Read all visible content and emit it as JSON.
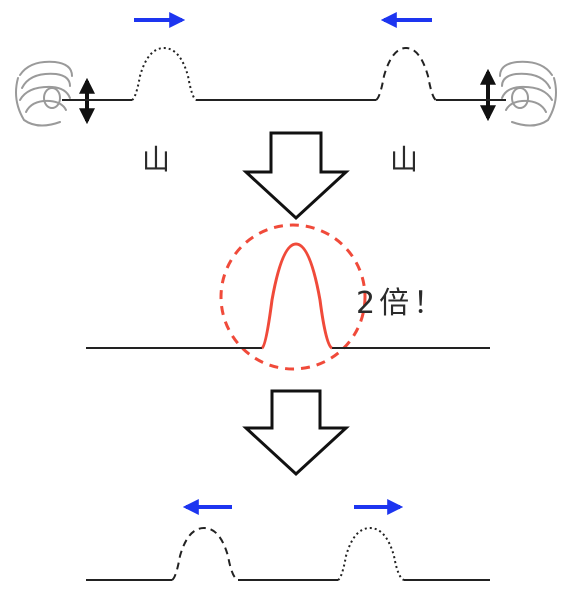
{
  "labels": {
    "left_wave": "山",
    "right_wave": "山",
    "superposition": "2倍！"
  },
  "colors": {
    "direction_arrow": "#1d35f0",
    "combined_wave": "#f04a3a",
    "highlight_circle": "#f04a3a",
    "rope": "#222222",
    "flow_arrow_outline": "#111111"
  },
  "icons": {
    "left_hand": "hand-icon",
    "right_hand": "hand-icon",
    "shake_arrow": "double-vertical-arrow-icon",
    "flow_arrow": "down-arrow-outline-icon"
  }
}
